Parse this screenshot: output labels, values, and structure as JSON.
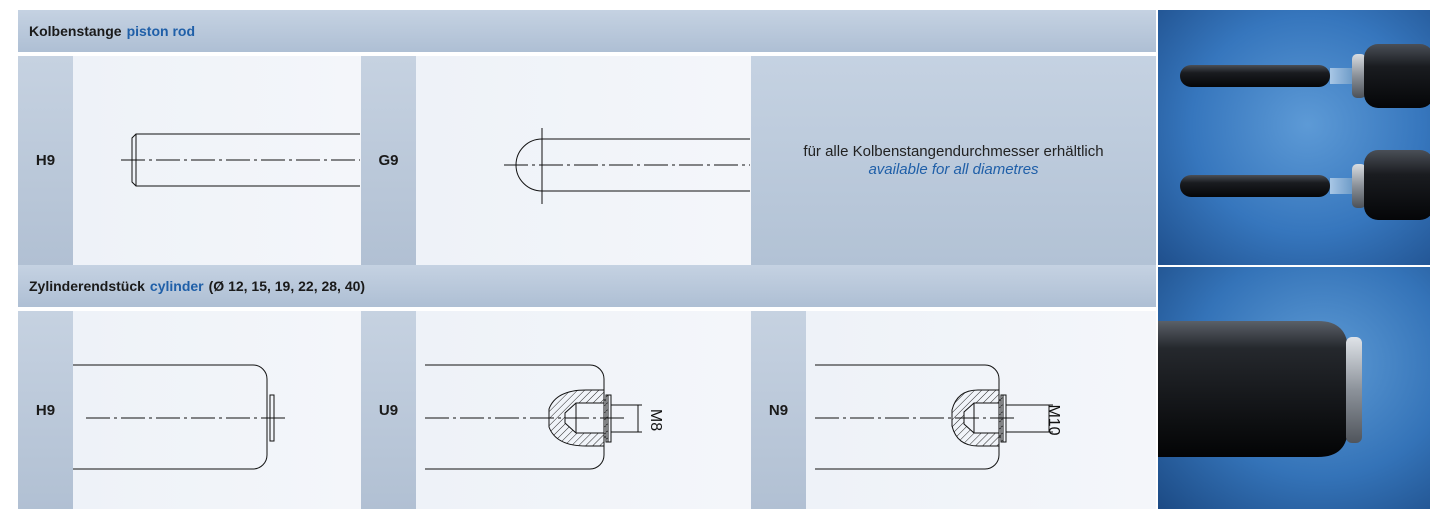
{
  "section_piston": {
    "title_de": "Kolbenstange",
    "title_en": "piston rod",
    "items": [
      {
        "code": "H9"
      },
      {
        "code": "G9"
      }
    ],
    "note_de": "für alle Kolbenstangendurchmesser erhältlich",
    "note_en": "available for all diametres"
  },
  "section_cylinder": {
    "title_de": "Zylinderendstück",
    "title_en": "cylinder",
    "title_suffix": "(Ø 12, 15, 19, 22, 28, 40)",
    "items": [
      {
        "code": "H9"
      },
      {
        "code": "U9",
        "thread": "M8"
      },
      {
        "code": "N9",
        "thread": "M10"
      }
    ]
  },
  "colors": {
    "accent_blue": "#1f5fa8",
    "header_bg": "#bccbdd",
    "cell_bg": "#eff3f8"
  }
}
